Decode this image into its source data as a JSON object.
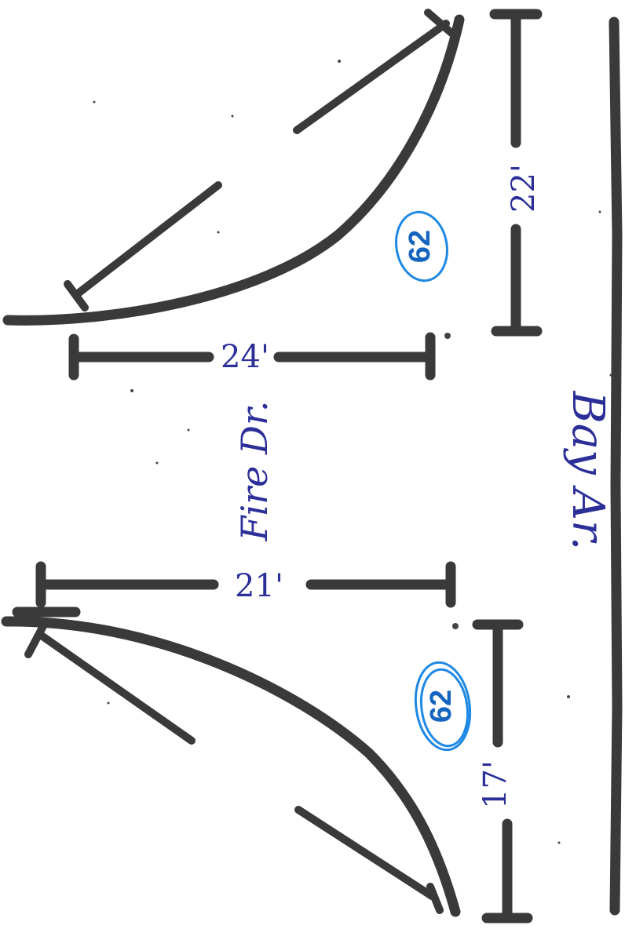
{
  "dimensions": {
    "top_right_width": "22'",
    "top_depth": "24'",
    "bottom_depth": "21'",
    "bottom_right_width": "17'"
  },
  "badges": {
    "top": "62",
    "bottom": "62"
  },
  "notes": {
    "fire_label": "Fire Dr.",
    "bay_label": "Bay Ar."
  },
  "colors": {
    "ink": "#3a3a3a",
    "pen": "#2c2f98",
    "badge": "#1e88e5"
  }
}
